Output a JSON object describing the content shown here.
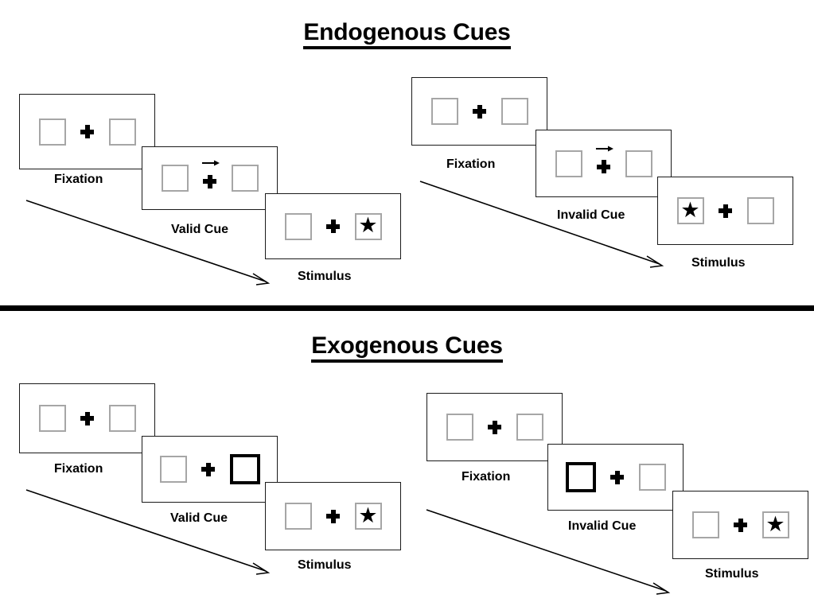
{
  "figure": {
    "sections": [
      {
        "id": "endogenous",
        "title": "Endogenous Cues",
        "sequences": [
          {
            "id": "endogenous-valid",
            "cue_type": "arrow",
            "panels": [
              {
                "caption": "Fixation",
                "left_box": "empty",
                "right_box": "empty",
                "cue": "none"
              },
              {
                "caption": "Valid Cue",
                "left_box": "empty",
                "right_box": "empty",
                "cue": "arrow-right"
              },
              {
                "caption": "Stimulus",
                "left_box": "empty",
                "right_box": "star",
                "cue": "none"
              }
            ]
          },
          {
            "id": "endogenous-invalid",
            "cue_type": "arrow",
            "panels": [
              {
                "caption": "Fixation",
                "left_box": "empty",
                "right_box": "empty",
                "cue": "none"
              },
              {
                "caption": "Invalid Cue",
                "left_box": "empty",
                "right_box": "empty",
                "cue": "arrow-right"
              },
              {
                "caption": "Stimulus",
                "left_box": "star",
                "right_box": "empty",
                "cue": "none"
              }
            ]
          }
        ]
      },
      {
        "id": "exogenous",
        "title": "Exogenous Cues",
        "sequences": [
          {
            "id": "exogenous-valid",
            "cue_type": "box-highlight",
            "panels": [
              {
                "caption": "Fixation",
                "left_box": "empty",
                "right_box": "empty",
                "cue": "none"
              },
              {
                "caption": "Valid Cue",
                "left_box": "empty",
                "right_box": "cued",
                "cue": "none"
              },
              {
                "caption": "Stimulus",
                "left_box": "empty",
                "right_box": "star",
                "cue": "none"
              }
            ]
          },
          {
            "id": "exogenous-invalid",
            "cue_type": "box-highlight",
            "panels": [
              {
                "caption": "Fixation",
                "left_box": "empty",
                "right_box": "empty",
                "cue": "none"
              },
              {
                "caption": "Invalid Cue",
                "left_box": "cued",
                "right_box": "empty",
                "cue": "none"
              },
              {
                "caption": "Stimulus",
                "left_box": "empty",
                "right_box": "star",
                "cue": "none"
              }
            ]
          }
        ]
      }
    ],
    "glyphs": {
      "star": "★",
      "fixation_cross": "fixation-cross",
      "arrow_cue": "arrow-right-icon",
      "time_arrow": "time-flow-arrow"
    },
    "colors": {
      "ink": "#000000",
      "panel_border": "#1a1a1a",
      "box_border": "#a6a6a6",
      "cued_box_border": "#000000",
      "background": "#ffffff",
      "divider": "#000000"
    }
  }
}
